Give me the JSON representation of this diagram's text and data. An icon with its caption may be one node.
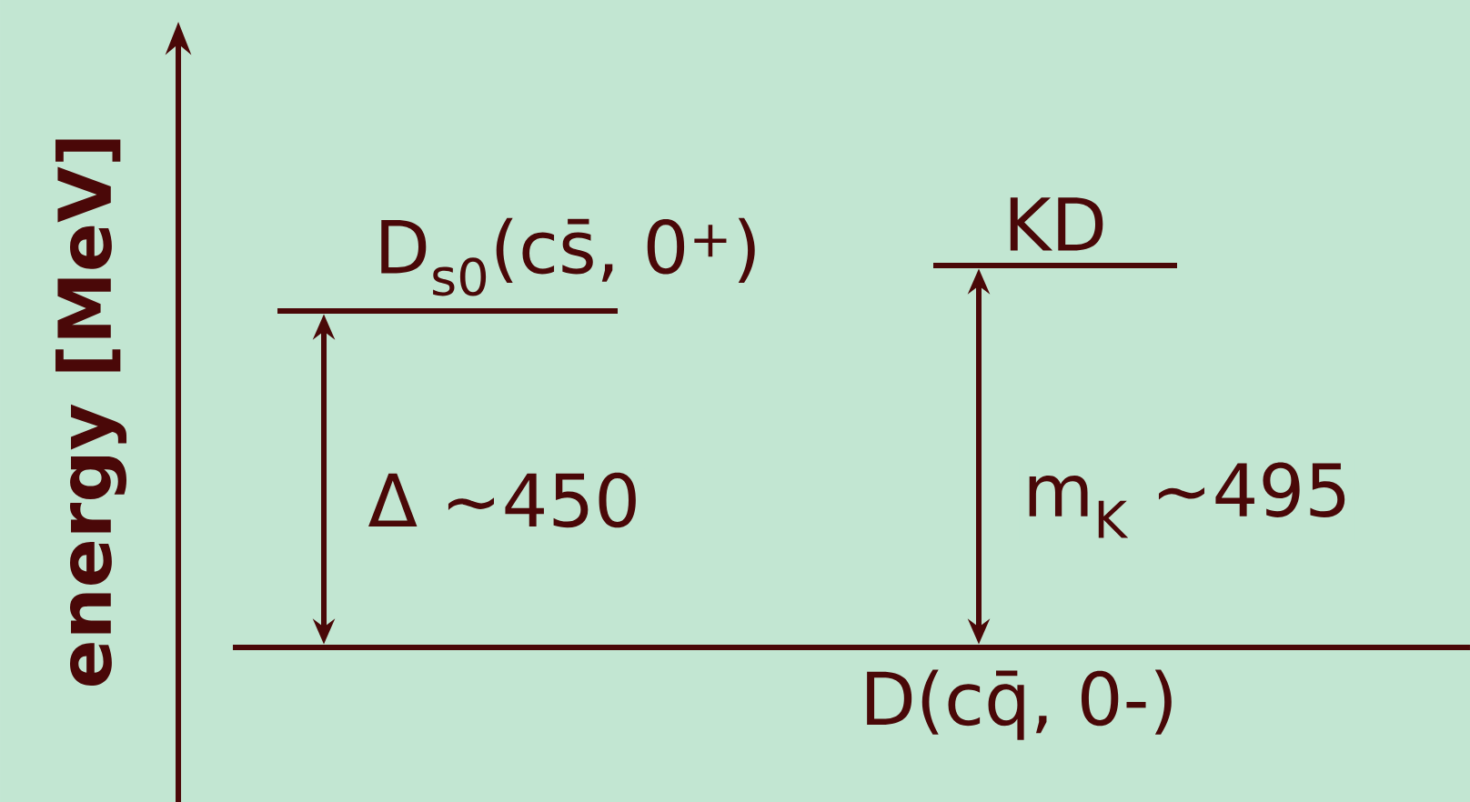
{
  "diagram": {
    "nodes": [
      {
        "text": [
          "D$_{s0}$(cs̄, 0$^{+}$)"
        ]
      },
      {
        "text": [
          "KD"
        ]
      },
      {
        "text": [
          "D(cq̄, 0-)"
        ]
      }
    ],
    "edges": [
      {
        "from": 2,
        "to": 0,
        "arrow": "both",
        "label": "Δ ~450"
      },
      {
        "from": 2,
        "to": 1,
        "arrow": "both",
        "label": "m$_{K}$ ~495"
      }
    ],
    "labels": [
      "energy [MeV]"
    ]
  }
}
